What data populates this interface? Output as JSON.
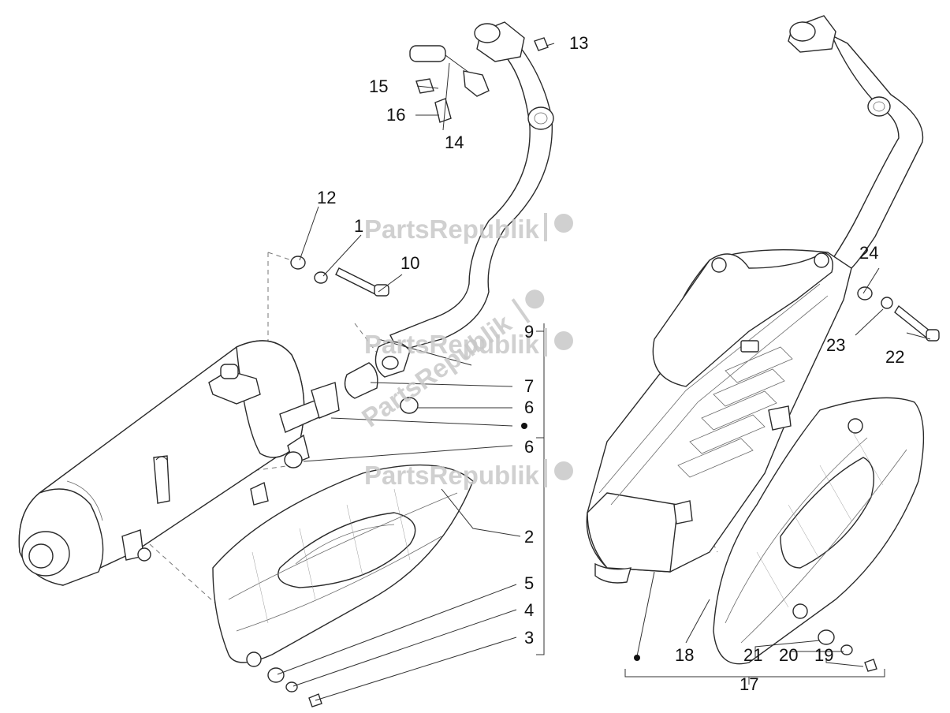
{
  "watermark": {
    "text": "PartsRepublik"
  },
  "callouts": {
    "c1": "1",
    "c2": "2",
    "c3": "3",
    "c4": "4",
    "c5": "5",
    "c6a": "6",
    "c6b": "6",
    "c7": "7",
    "c9": "9",
    "c10": "10",
    "c12": "12",
    "c13": "13",
    "c14": "14",
    "c15": "15",
    "c16": "16",
    "c17": "17",
    "c18": "18",
    "c19": "19",
    "c20": "20",
    "c21": "21",
    "c22": "22",
    "c23": "23",
    "c24": "24"
  }
}
